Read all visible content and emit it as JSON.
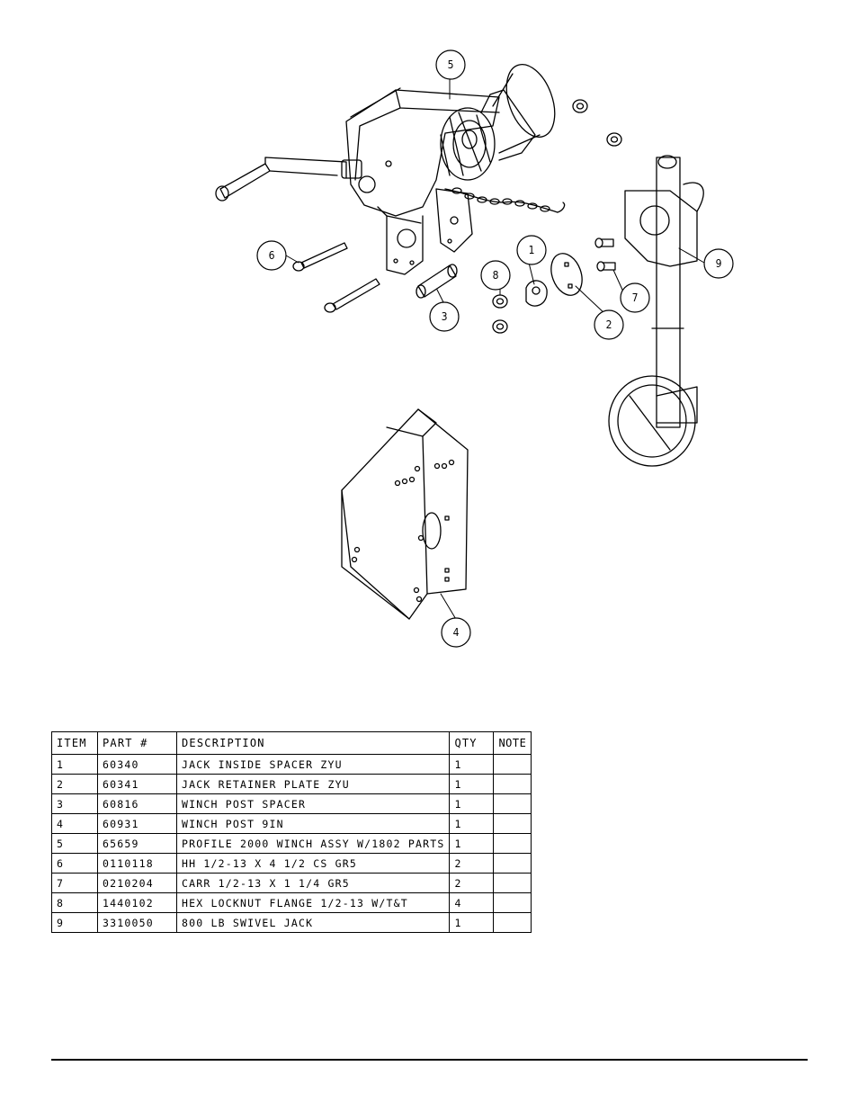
{
  "callouts": [
    "1",
    "2",
    "3",
    "4",
    "5",
    "6",
    "7",
    "8",
    "9"
  ],
  "parts_table": {
    "headers": [
      "ITEM",
      "PART #",
      "DESCRIPTION",
      "QTY",
      "NOTE"
    ],
    "rows": [
      {
        "item": "1",
        "part": "60340",
        "description": "JACK INSIDE SPACER ZYU",
        "qty": "1",
        "note": ""
      },
      {
        "item": "2",
        "part": "60341",
        "description": "JACK RETAINER PLATE ZYU",
        "qty": "1",
        "note": ""
      },
      {
        "item": "3",
        "part": "60816",
        "description": "WINCH POST SPACER",
        "qty": "1",
        "note": ""
      },
      {
        "item": "4",
        "part": "60931",
        "description": "WINCH POST 9IN",
        "qty": "1",
        "note": ""
      },
      {
        "item": "5",
        "part": "65659",
        "description": "PROFILE 2000 WINCH ASSY W/1802 PARTS",
        "qty": "1",
        "note": ""
      },
      {
        "item": "6",
        "part": "0110118",
        "description": "HH 1/2-13 X 4 1/2 CS GR5",
        "qty": "2",
        "note": ""
      },
      {
        "item": "7",
        "part": "0210204",
        "description": "CARR 1/2-13 X 1 1/4 GR5",
        "qty": "2",
        "note": ""
      },
      {
        "item": "8",
        "part": "1440102",
        "description": "HEX LOCKNUT FLANGE 1/2-13 W/T&T",
        "qty": "4",
        "note": ""
      },
      {
        "item": "9",
        "part": "3310050",
        "description": "800 LB SWIVEL JACK",
        "qty": "1",
        "note": ""
      }
    ]
  }
}
